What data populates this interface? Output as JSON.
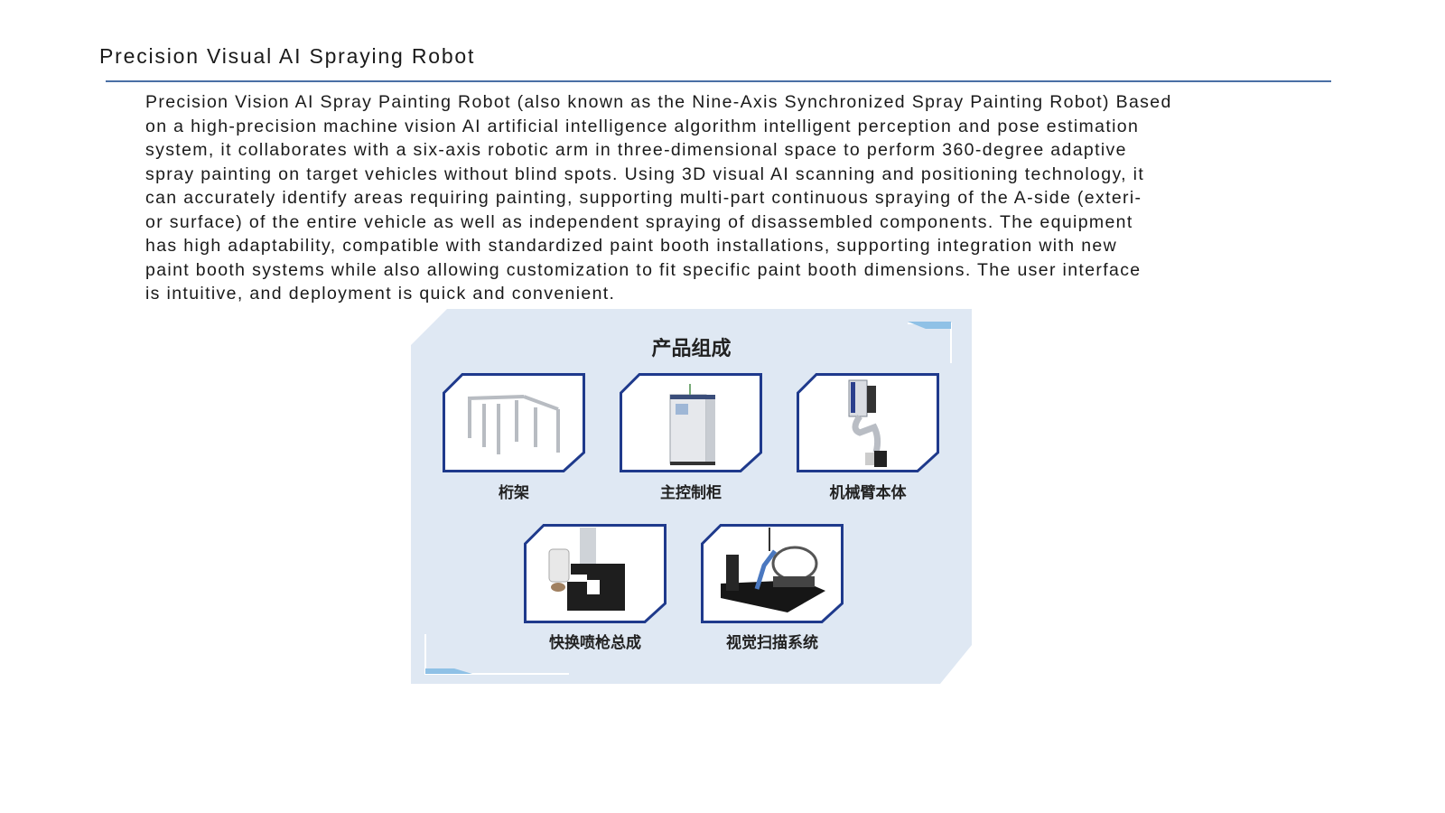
{
  "title": "Precision Visual AI Spraying Robot",
  "description_lines": [
    "Precision Vision AI Spray Painting Robot (also known as the Nine-Axis Synchronized Spray Painting Robot) Based",
    "on a high-precision machine vision AI artificial intelligence algorithm intelligent perception and pose estimation",
    "system, it collaborates with a six-axis robotic arm in three-dimensional space to perform 360-degree adaptive",
    "spray painting on target vehicles without blind spots. Using 3D visual AI scanning and positioning technology, it",
    "can accurately identify areas requiring painting, supporting multi-part continuous spraying of the A-side (exteri-",
    "or surface) of the entire vehicle as well as independent spraying of disassembled components. The equipment",
    "has high adaptability, compatible with standardized paint booth installations, supporting integration with new",
    "paint booth systems while also allowing customization to fit specific paint booth dimensions. The user interface",
    "is intuitive, and deployment is quick and convenient."
  ],
  "figure": {
    "title": "产品组成",
    "components": [
      {
        "label": "桁架",
        "icon": "gantry-icon"
      },
      {
        "label": "主控制柜",
        "icon": "control-cabinet-icon"
      },
      {
        "label": "机械臂本体",
        "icon": "robot-arm-icon"
      },
      {
        "label": "快换喷枪总成",
        "icon": "spray-gun-icon"
      },
      {
        "label": "视觉扫描系统",
        "icon": "vision-scanner-icon"
      }
    ],
    "colors": {
      "panel": "#dde7f3",
      "frame": "#1f3a8c",
      "accent": "#8fc1e6"
    }
  }
}
